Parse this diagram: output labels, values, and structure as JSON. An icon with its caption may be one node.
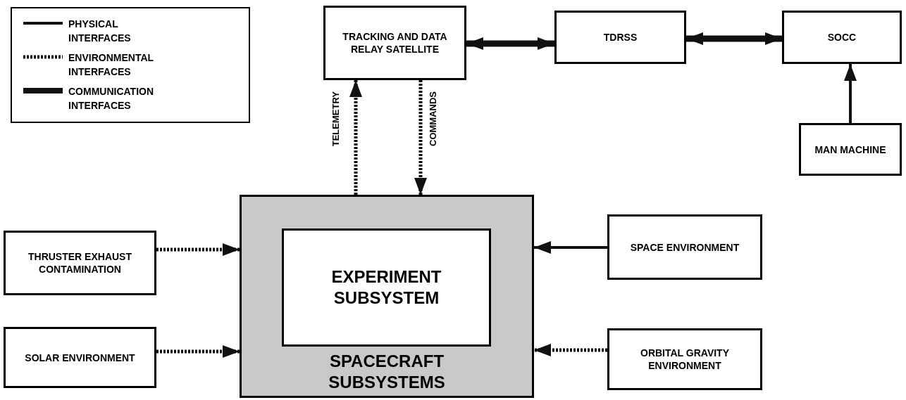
{
  "diagram": {
    "nodes": [
      {
        "text": [
          "TRACKING AND DATA RELAY SATELLITE"
        ]
      },
      {
        "text": [
          "TDRSS"
        ]
      },
      {
        "text": [
          "SOCC"
        ]
      },
      {
        "text": [
          "MAN MACHINE"
        ]
      },
      {
        "text": [
          "SPACECRAFT SUBSYSTEMS"
        ]
      },
      {
        "text": [
          "EXPERIMENT SUBSYSTEM"
        ],
        "in": 4
      },
      {
        "text": [
          "THRUSTER EXHAUST CONTAMINATION"
        ]
      },
      {
        "text": [
          "SOLAR ENVIRONMENT"
        ]
      },
      {
        "text": [
          "SPACE ENVIRONMENT"
        ]
      },
      {
        "text": [
          "ORBITAL GRAVITY ENVIRONMENT"
        ]
      }
    ],
    "edges": [
      {
        "from": 0,
        "to": 1,
        "arrow": "both",
        "style": "thick"
      },
      {
        "from": 1,
        "to": 2,
        "arrow": "both",
        "style": "thick"
      },
      {
        "from": 3,
        "to": 2,
        "arrow": "to"
      },
      {
        "from": 4,
        "to": 0,
        "arrow": "to",
        "label": "TELEMETRY",
        "style": "dashed"
      },
      {
        "from": 0,
        "to": 4,
        "arrow": "to",
        "label": "COMMANDS",
        "style": "dashed"
      },
      {
        "from": 6,
        "to": 4,
        "arrow": "to",
        "style": "dashed"
      },
      {
        "from": 7,
        "to": 4,
        "arrow": "to",
        "style": "dashed"
      },
      {
        "from": 8,
        "to": 4,
        "arrow": "to"
      },
      {
        "from": 9,
        "to": 4,
        "arrow": "to",
        "style": "dashed"
      }
    ],
    "legend": [
      {
        "text": "PHYSICAL INTERFACES"
      },
      {
        "text": "ENVIRONMENTAL INTERFACES"
      },
      {
        "text": "COMMUNICATION INTERFACES"
      }
    ]
  }
}
